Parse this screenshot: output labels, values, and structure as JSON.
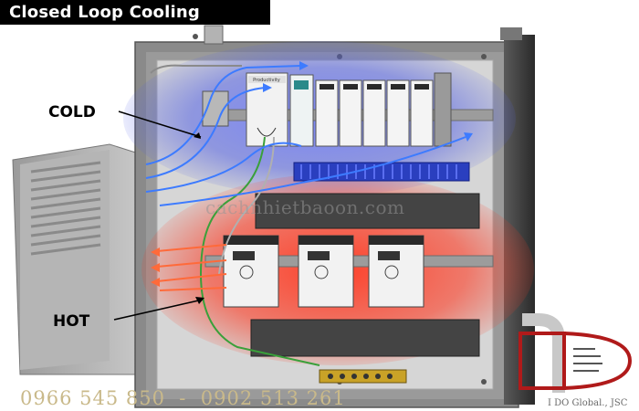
{
  "title": "Closed Loop Cooling",
  "labels": {
    "cold": "COLD",
    "hot": "HOT"
  },
  "phones": "0966 545 850  -  0902 513 261",
  "watermark": "cachnhietbaoon.com",
  "logo": {
    "mark": "IDO",
    "text": "I DO Global., JSC"
  },
  "plc_brand": "Productivity",
  "colors": {
    "cold_glow": "#3a4fd8",
    "hot_glow": "#ff2a1a",
    "enclosure": "#7e7e7e",
    "backplate": "#d8d8d8",
    "title_bg": "#000000",
    "phone_text": "#c9b98a",
    "logo_red": "#b01a1a"
  },
  "icons": [
    "cooling-unit-icon",
    "plc-rack-icon",
    "terminal-block-icon",
    "vfd-drive-icon",
    "cold-arrow-icon",
    "hot-arrow-icon",
    "ground-bar-icon",
    "conduit-elbow-icon"
  ]
}
